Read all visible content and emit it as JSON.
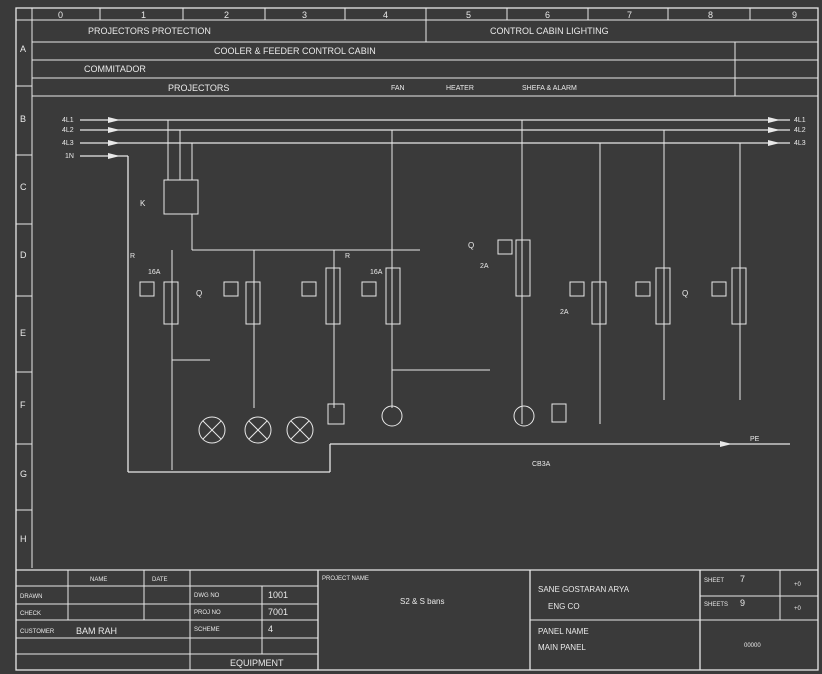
{
  "columns": [
    "0",
    "1",
    "2",
    "3",
    "4",
    "5",
    "6",
    "7",
    "8",
    "9"
  ],
  "rows": [
    "A",
    "B",
    "C",
    "D",
    "E",
    "F",
    "G",
    "H"
  ],
  "header": {
    "projectors_protection": "PROJECTORS PROTECTION",
    "control_cabin_lighting": "CONTROL CABIN LIGHTING",
    "cooler_feeder": "COOLER & FEEDER CONTROL CABIN",
    "commitador": "COMMITADOR",
    "projectors": "PROJECTORS",
    "fan": "FAN",
    "heater": "HEATER",
    "lamp": "SHEFA & ALARM"
  },
  "bus_labels_left": [
    "4L1",
    "4L2",
    "4L3",
    "1N"
  ],
  "bus_labels_right": [
    "4L1",
    "4L2",
    "4L3"
  ],
  "labels": {
    "k": "K",
    "q_left": "Q",
    "q_right": "Q",
    "q_top": "Q",
    "r1": "R",
    "r2": "R",
    "a16": "16A",
    "a16b": "16A",
    "a2": "2A",
    "a2b": "2A",
    "cb_label": "CB3A",
    "pe": "PE"
  },
  "title_block": {
    "col_name": "NAME",
    "col_date": "DATE",
    "drawn_label": "DRAWN",
    "check_label": "CHECK",
    "customer_label": "CUSTOMER",
    "customer_value": "BAM RAH",
    "dwg_no_label": "DWG NO",
    "dwg_no_value": "1001",
    "project_label": "PROJ NO",
    "project_value": "7001",
    "scheme_label": "SCHEME",
    "scheme_value": "4",
    "equipment": "EQUIPMENT",
    "project_name_label": "PROJECT NAME",
    "project_name_value": "S2 & S bans",
    "company": "SANE GOSTARAN ARYA",
    "company2": "ENG CO",
    "panel_name_label": "PANEL NAME",
    "panel_name_value": "MAIN PANEL",
    "sheet_label": "SHEET",
    "sheet_value": "7",
    "sheets_label": "SHEETS",
    "sheets_value": "9",
    "rev1": "+0",
    "rev2": "+0",
    "code": "00000"
  }
}
